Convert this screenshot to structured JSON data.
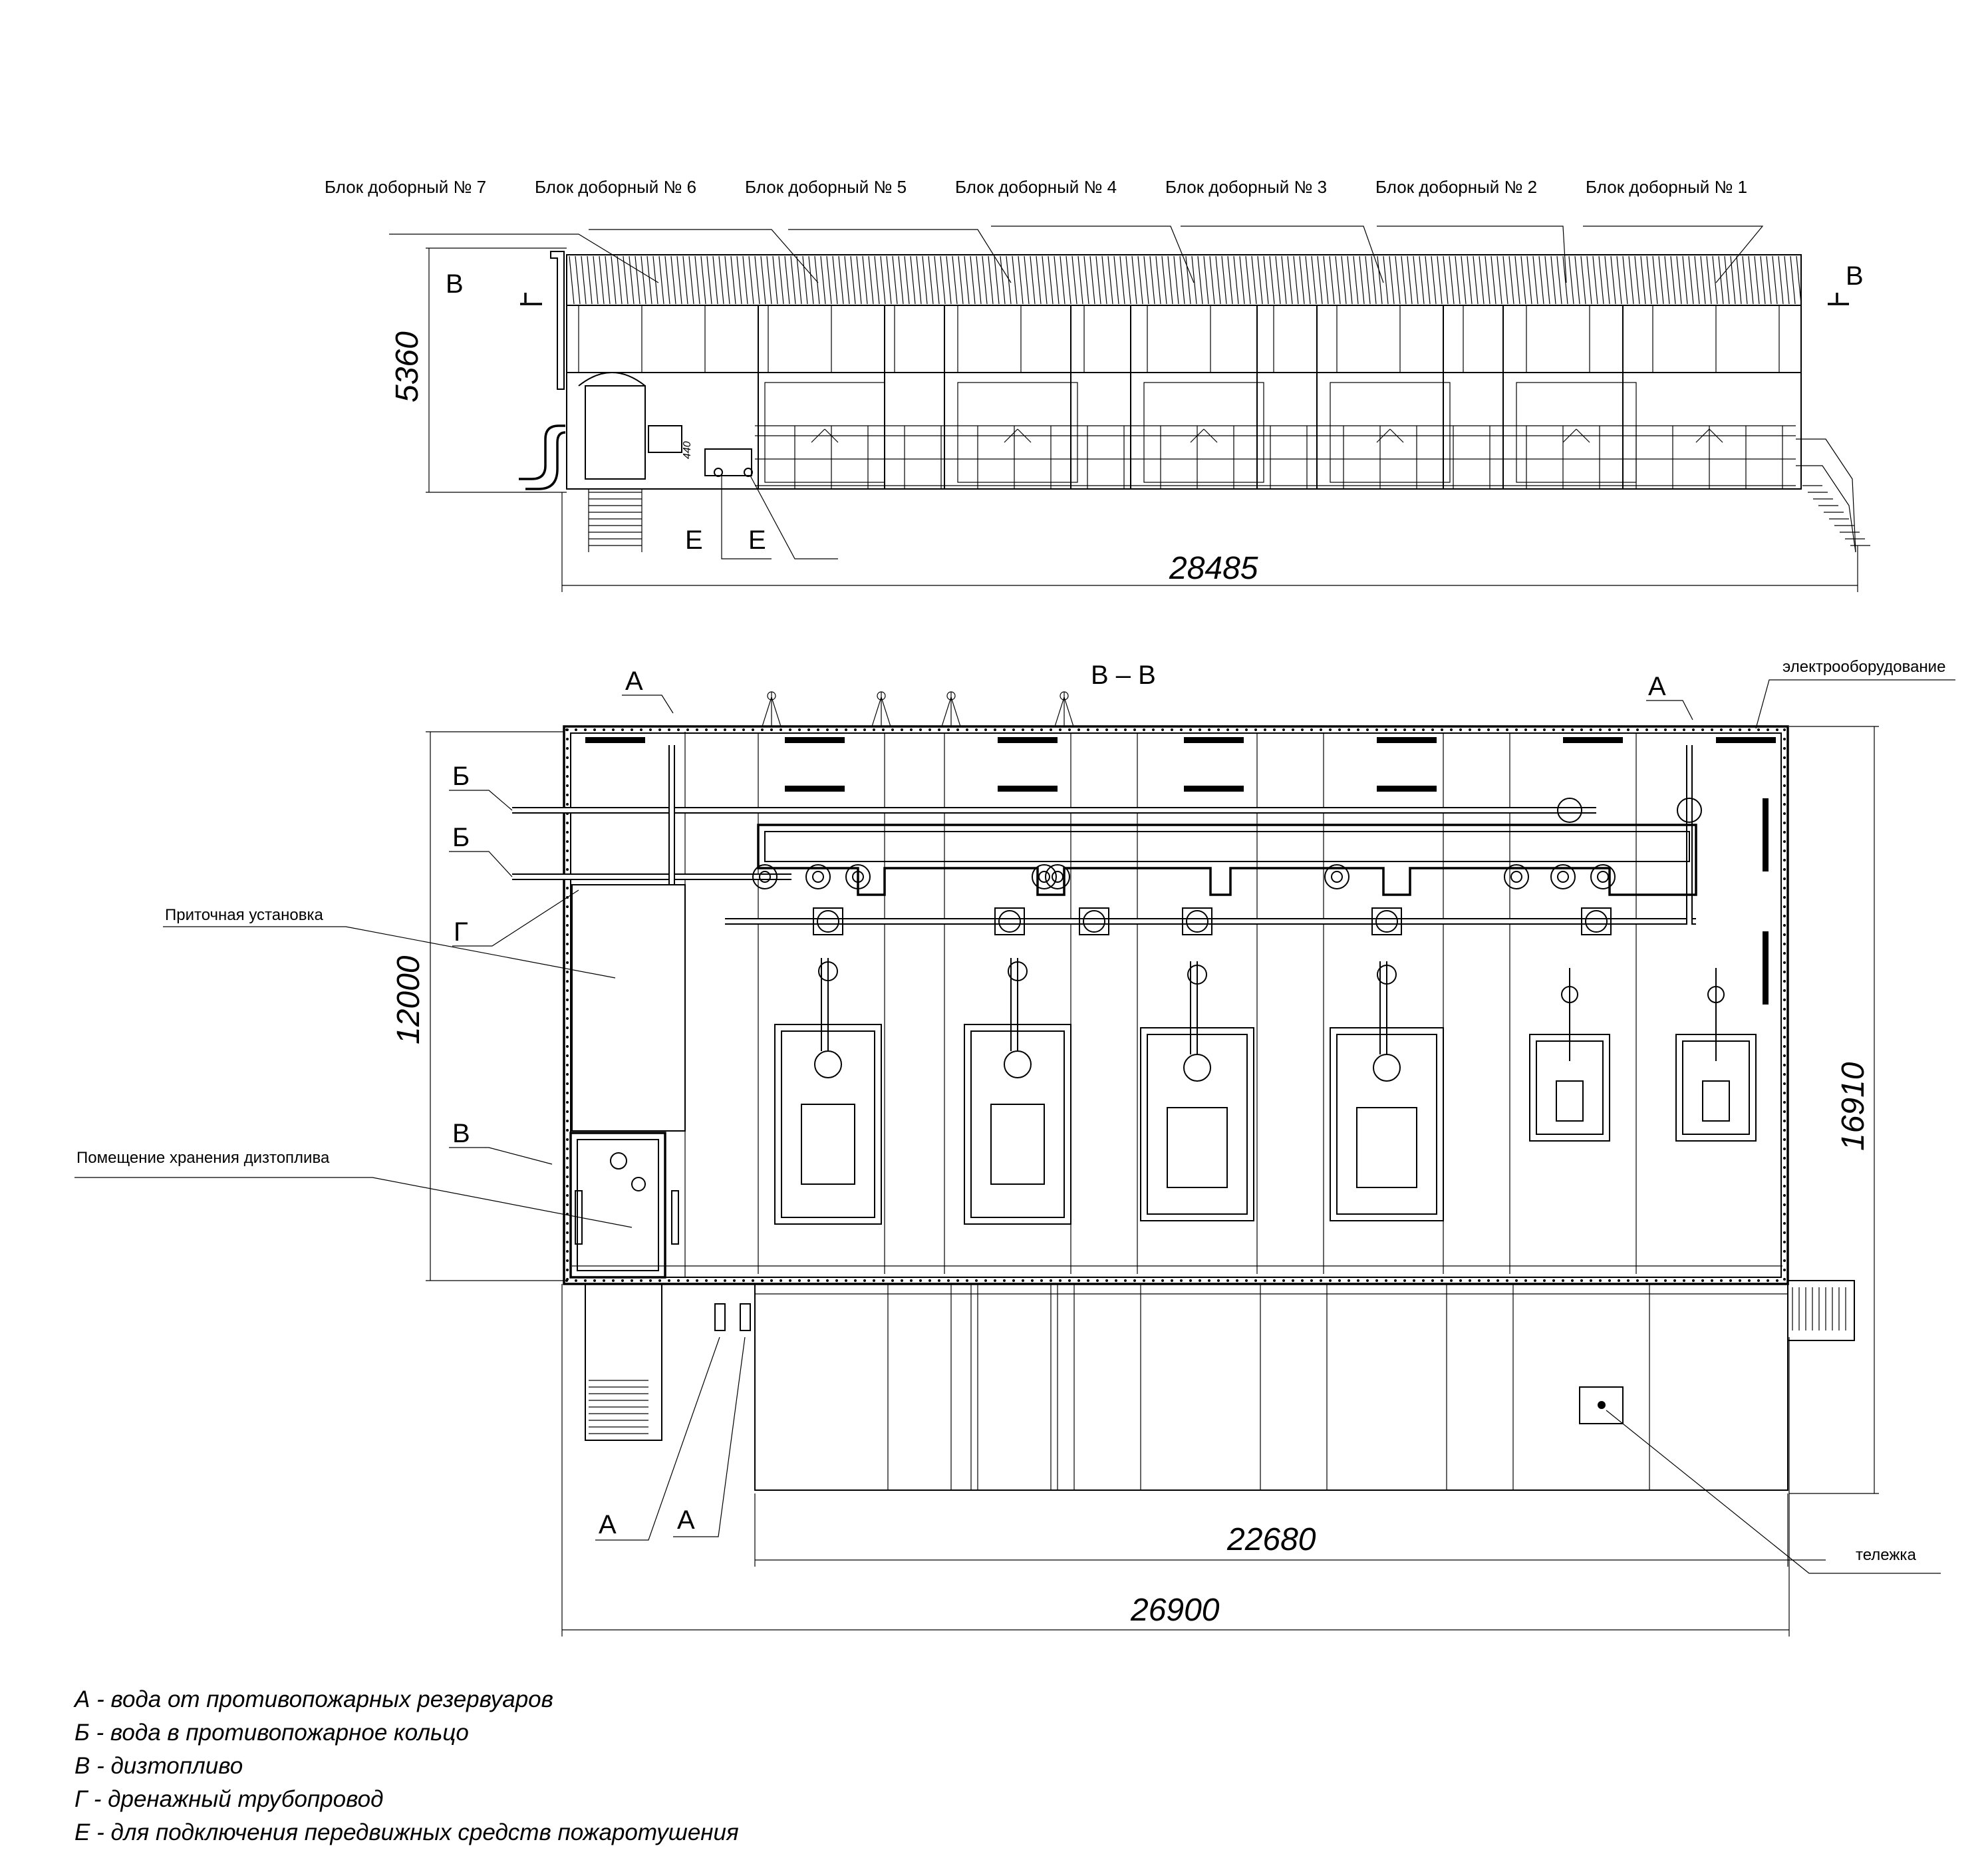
{
  "elevation_view": {
    "block_labels": [
      "Блок доборный № 7",
      "Блок доборный № 6",
      "Блок доборный № 5",
      "Блок доборный № 4",
      "Блок доборный № 3",
      "Блок доборный № 2",
      "Блок доборный № 1"
    ],
    "section_mark_left": "В",
    "section_mark_right": "В",
    "label_e1": "Е",
    "label_e2": "Е",
    "dim_height": "5360",
    "dim_length": "28485",
    "dim_small": "440"
  },
  "plan_view": {
    "section_title": "В – В",
    "label_a_top_left": "А",
    "label_a_top_right": "А",
    "label_b1": "Б",
    "label_b2": "Б",
    "label_g": "Г",
    "label_v": "В",
    "label_a_bottom_1": "А",
    "label_a_bottom_2": "А",
    "callout_supply_unit": "Приточная установка",
    "callout_fuel_storage": "Помещение хранения дизтоплива",
    "callout_electrical": "электрооборудование",
    "callout_trolley": "тележка",
    "dim_width_left": "12000",
    "dim_width_right": "16910",
    "dim_inner_length": "22680",
    "dim_total_length": "26900"
  },
  "legend": [
    "А - вода от противопожарных  резервуаров",
    "Б - вода в противопожарное кольцо",
    "В - дизтопливо",
    "Г - дренажный трубопровод",
    "Е - для подключения  передвижных средств  пожаротушения"
  ]
}
